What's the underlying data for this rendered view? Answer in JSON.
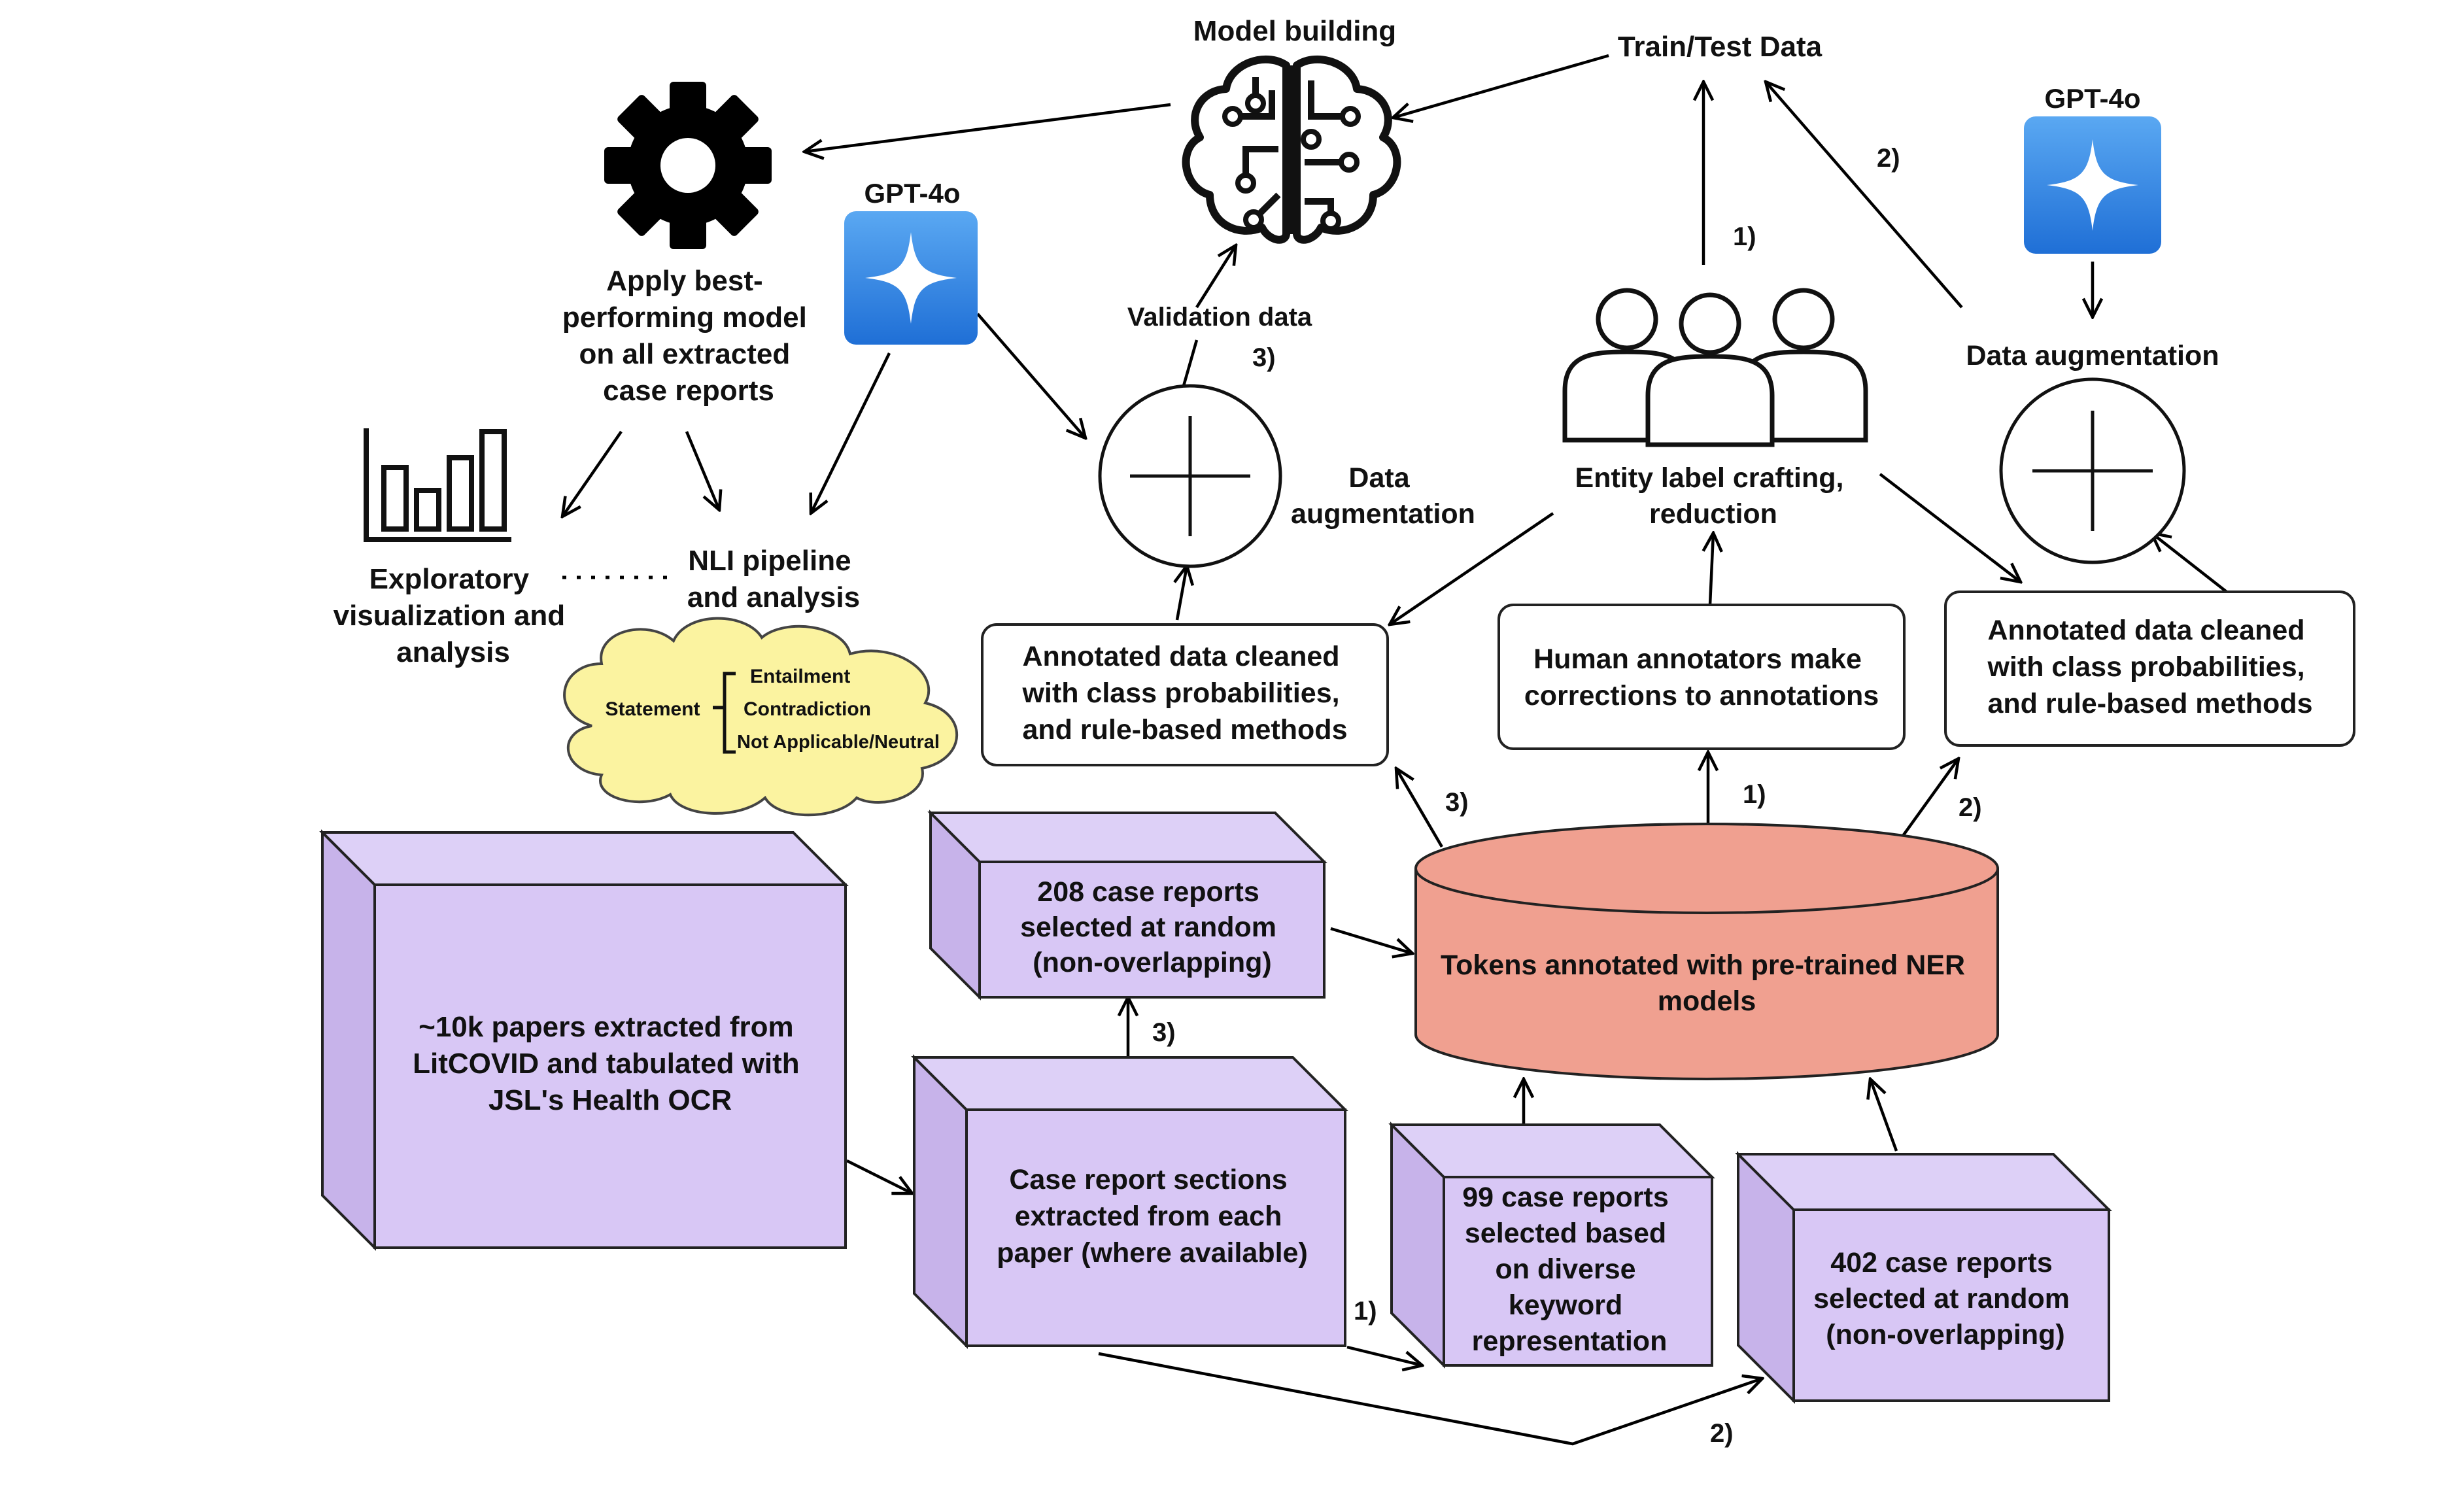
{
  "colors": {
    "cube_fill": "#d8c7f5",
    "cylinder_fill": "#f0a090",
    "cloud_fill": "#fbf3a0",
    "gpt_icon_blue": "#2a7de1",
    "line": "#000000"
  },
  "icons": {
    "gear": "gear-icon",
    "brain": "brain-circuit-icon",
    "chart": "bar-chart-icon",
    "people": "people-group-icon",
    "gpt": "gpt-4o-sparkle-icon",
    "plus": "plus-circle-icon"
  },
  "diagram": {
    "model_building": "Model building",
    "train_test_data": "Train/Test Data",
    "gpt_left": "GPT-4o",
    "gpt_right": "GPT-4o",
    "apply_model": [
      "Apply best-",
      "performing model",
      "on all extracted",
      "case reports"
    ],
    "validation_data": "Validation data",
    "data_aug_middle": [
      "Data",
      "augmentation"
    ],
    "data_aug_right": "Data augmentation",
    "entity_label": [
      "Entity label crafting,",
      "reduction"
    ],
    "exploratory": [
      "Exploratory",
      "visualization and",
      "analysis"
    ],
    "nli": [
      "NLI pipeline",
      "and analysis"
    ],
    "cloud": {
      "statement": "Statement",
      "entailment": "Entailment",
      "contradiction": "Contradiction",
      "neutral": "Not Applicable/Neutral"
    },
    "annotated_left": [
      "Annotated data cleaned",
      "with class probabilities,",
      "and rule-based methods"
    ],
    "human_annotators": [
      "Human annotators make",
      "corrections to annotations"
    ],
    "annotated_right": [
      "Annotated data cleaned",
      "with class probabilities,",
      "and rule-based methods"
    ],
    "papers": [
      "~10k papers extracted from",
      "LitCOVID and tabulated with",
      "JSL's Health OCR"
    ],
    "random208": [
      "208 case reports",
      "selected at random",
      "(non-overlapping)"
    ],
    "tokens": [
      "Tokens annotated with pre-trained NER",
      "models"
    ],
    "sections": [
      "Case report sections",
      "extracted from each",
      "paper (where available)"
    ],
    "diverse99": [
      "99 case reports",
      "selected based",
      "on diverse",
      "keyword",
      "representation"
    ],
    "random402": [
      "402 case reports",
      "selected at random",
      "(non-overlapping)"
    ],
    "step_labels": {
      "s3_validation": "3)",
      "s1_train": "1)",
      "s2_train": "2)",
      "s3_left": "3)",
      "s1_center": "1)",
      "s2_right": "2)",
      "s3_sections": "3)",
      "s1_sections": "1)",
      "s2_bottom": "2)"
    }
  }
}
